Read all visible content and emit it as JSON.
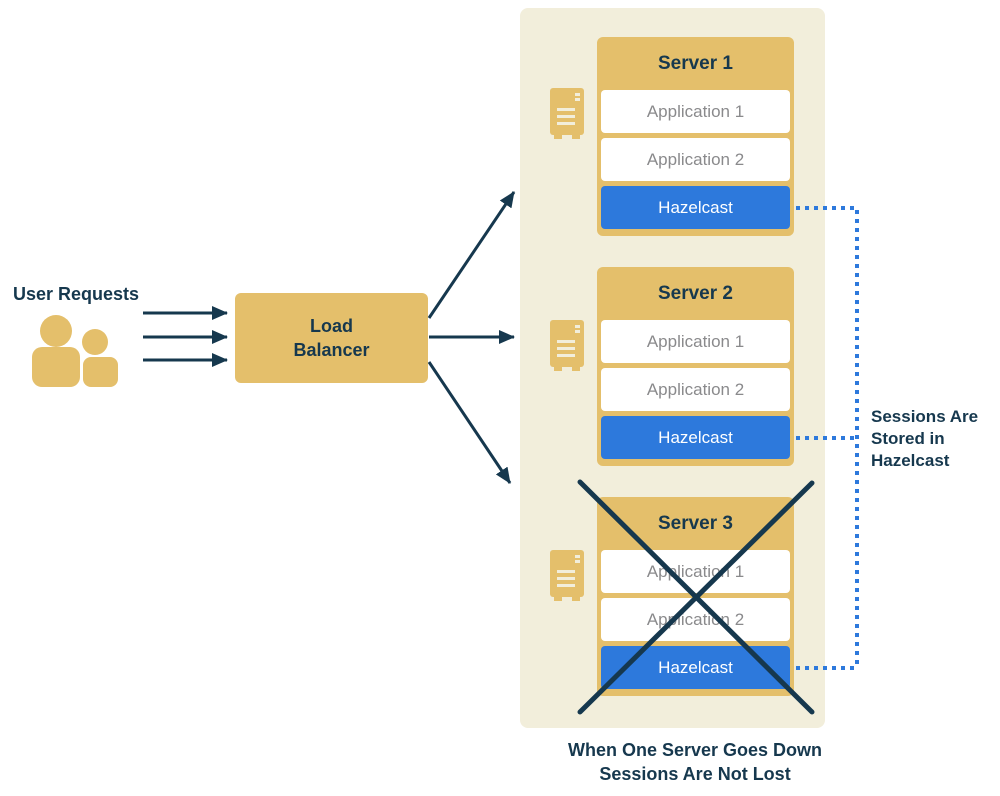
{
  "colors": {
    "gold": "#E4BF6B",
    "panel_cream": "#F2EEDB",
    "hazelcast_blue": "#2D79DC",
    "dark_teal": "#16384E",
    "app_text_gray": "#8A8A8C",
    "dotted_line_blue": "#2D79DC"
  },
  "left_side": {
    "user_requests_label": "User Requests",
    "users_icon": "users-group-icon"
  },
  "load_balancer": {
    "lines": [
      "Load",
      "Balancer"
    ]
  },
  "panel": {
    "server_icon": "server-tower-icon",
    "servers": [
      {
        "title": "Server 1",
        "apps": [
          "Application 1",
          "Application 2"
        ],
        "cache": "Hazelcast"
      },
      {
        "title": "Server 2",
        "apps": [
          "Application 1",
          "Application 2"
        ],
        "cache": "Hazelcast"
      },
      {
        "title": "Server 3",
        "apps": [
          "Application 1",
          "Application 2"
        ],
        "cache": "Hazelcast"
      }
    ],
    "failed_server_index": 2,
    "caption_lines": [
      "When One Server Goes Down",
      "Sessions Are Not Lost"
    ]
  },
  "annotation": {
    "lines": [
      "Sessions Are",
      "Stored in",
      "Hazelcast"
    ]
  }
}
